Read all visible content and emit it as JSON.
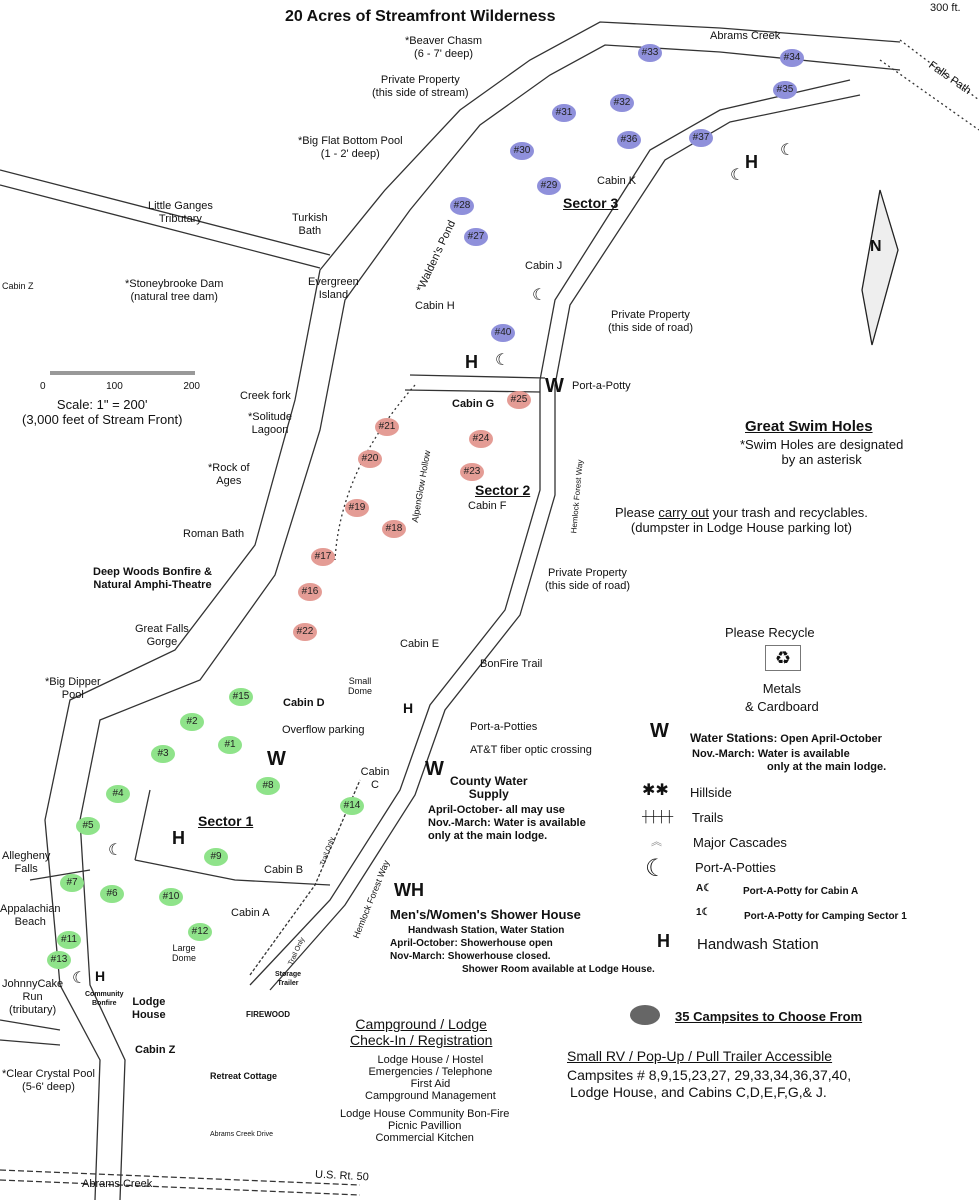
{
  "title": "20 Acres of Streamfront Wilderness",
  "scale_top": "300 ft.",
  "colors": {
    "sector3": "#8f90db",
    "sector2": "#e49c95",
    "sector1": "#8fe38a",
    "line": "#333333",
    "marker": "#666666"
  },
  "features": {
    "beaver_chasm": [
      "*Beaver Chasm",
      "(6 - 7' deep)"
    ],
    "abrams_creek_top": "Abrams Creek",
    "falls_path": "Falls Path",
    "private_stream": [
      "Private Property",
      "(this side of stream)"
    ],
    "big_flat_pool": [
      "*Big Flat Bottom Pool",
      "(1 - 2' deep)"
    ],
    "waldens_pond": "*Walden's Pond",
    "little_ganges": [
      "Little Ganges",
      "Tributary"
    ],
    "turkish_bath": [
      "Turkish",
      "Bath"
    ],
    "cabin_z_edge": "Cabin Z",
    "stoneybrooke": [
      "*Stoneybrooke Dam",
      "(natural tree dam)"
    ],
    "evergreen": [
      "Evergreen",
      "Island"
    ],
    "creek_fork": "Creek fork",
    "solitude": [
      "*Solitude",
      "Lagoon"
    ],
    "rock_of_ages": [
      "*Rock of",
      "Ages"
    ],
    "roman_bath": "Roman Bath",
    "deep_woods": [
      "Deep Woods Bonfire &",
      "Natural Amphi-Theatre"
    ],
    "great_falls": [
      "Great Falls",
      "Gorge"
    ],
    "big_dipper": [
      "*Big Dipper",
      "Pool"
    ],
    "allegheny": [
      "Allegheny",
      "Falls"
    ],
    "appalachian": [
      "Appalachian",
      "Beach"
    ],
    "johnnycake": [
      "JohnnyCake",
      "Run",
      "(tributary)"
    ],
    "clear_crystal": [
      "*Clear Crystal Pool",
      "(5-6' deep)"
    ],
    "abrams_creek_bottom": "Abrams Creek",
    "rt50": "U.S. Rt. 50",
    "abrams_drive": "Abrams Creek Drive",
    "alpenglow": "AlpenGlow Hollow",
    "hemlock1": "Hemlock Forest Way",
    "hemlock2": "Hemlock Forest Way",
    "trail_only1": "Trail Only",
    "trail_only2": "Trail Only",
    "private_road1": [
      "Private Property",
      "(this side of road)"
    ],
    "private_road2": [
      "Private Property",
      "(this side of road)"
    ],
    "port_a_potty": "Port-a-Potty",
    "port_a_potties": "Port-a-Potties",
    "bonfire_trail": "BonFire Trail",
    "small_dome": [
      "Small",
      "Dome"
    ],
    "large_dome": [
      "Large",
      "Dome"
    ],
    "overflow": "Overflow parking",
    "att": "AT&T fiber optic crossing",
    "county_water": [
      "County Water",
      "Supply"
    ],
    "county_water_notes": [
      "April-October- all may use",
      "Nov.-March:  Water is available",
      "only at the main lodge."
    ],
    "storage_trailer": [
      "Storage",
      "Trailer"
    ],
    "lodge_house": [
      "Lodge",
      "House"
    ],
    "community_bonfire": [
      "Community",
      "Bonfire"
    ],
    "firewood": "FIREWOOD",
    "cabin_z": "Cabin Z",
    "retreat": "Retreat Cottage"
  },
  "sectors": [
    {
      "name": "Sector 3",
      "sites": [
        "#33",
        "#34",
        "#35",
        "#32",
        "#31",
        "#36",
        "#37",
        "#30",
        "#29",
        "#28",
        "#27",
        "#40"
      ]
    },
    {
      "name": "Sector 2",
      "sites": [
        "#25",
        "#21",
        "#24",
        "#20",
        "#23",
        "#19",
        "#18",
        "#17",
        "#16",
        "#22"
      ]
    },
    {
      "name": "Sector 1",
      "sites": [
        "#15",
        "#2",
        "#1",
        "#3",
        "#8",
        "#4",
        "#14",
        "#5",
        "#9",
        "#7",
        "#6",
        "#10",
        "#12",
        "#11",
        "#13"
      ]
    }
  ],
  "cabins": [
    "Cabin K",
    "Cabin J",
    "Cabin H",
    "Cabin G",
    "Cabin F",
    "Cabin E",
    "Cabin D",
    "Cabin C",
    "Cabin B",
    "Cabin A"
  ],
  "scale": {
    "ticks": [
      "0",
      "100",
      "200"
    ],
    "text": "Scale: 1\" = 200'",
    "sub": "(3,000 feet of Stream Front)"
  },
  "north": "N",
  "swim": {
    "title": "Great Swim Holes",
    "lines": [
      "*Swim Holes are designated",
      "by an asterisk"
    ]
  },
  "trash": {
    "pre": "Please ",
    "u": "carry out",
    "post": " your trash and recyclables.",
    "sub": "(dumpster in Lodge House parking lot)"
  },
  "recycle": {
    "title": "Please Recycle",
    "items": [
      "Metals",
      "& Cardboard"
    ]
  },
  "legend": {
    "water_symbol": "W",
    "water_title": "Water Stations",
    "water_open": ": Open April-October",
    "water_notes": [
      "Nov.-March:  Water is available",
      "only at the main lodge."
    ],
    "hillside": "Hillside",
    "trails": "Trails",
    "cascades": "Major Cascades",
    "potties": "Port-A-Potties",
    "potty_a_sym": "A",
    "potty_a": "Port-A-Potty for Cabin A",
    "potty_1_sym": "1",
    "potty_1": "Port-A-Potty for Camping Sector 1",
    "handwash_symbol": "H",
    "handwash": "Handwash Station"
  },
  "shower": {
    "symbol": "WH",
    "title": "Men's/Women's Shower House",
    "lines": [
      "Handwash Station, Water Station",
      "April-October:  Showerhouse open",
      "Nov-March:  Showerhouse closed.",
      "Shower Room available at Lodge House."
    ]
  },
  "checkin": {
    "title": [
      "Campground / Lodge",
      "Check-In / Registration"
    ],
    "lines": [
      "Lodge House / Hostel",
      "Emergencies / Telephone",
      "First Aid",
      "Campground Management"
    ],
    "lines2": [
      "Lodge House Community Bon-Fire",
      "Picnic Pavillion",
      "Commercial Kitchen"
    ]
  },
  "campsites_count": "35 Campsites to Choose From",
  "rv": {
    "title": "Small RV / Pop-Up / Pull Trailer Accessible",
    "line1": "Campsites # 8,9,15,23,27, 29,33,34,36,37,40,",
    "line2": "Lodge House, and Cabins C,D,E,F,G,& J."
  },
  "markers": {
    "H": "H",
    "W": "W"
  }
}
